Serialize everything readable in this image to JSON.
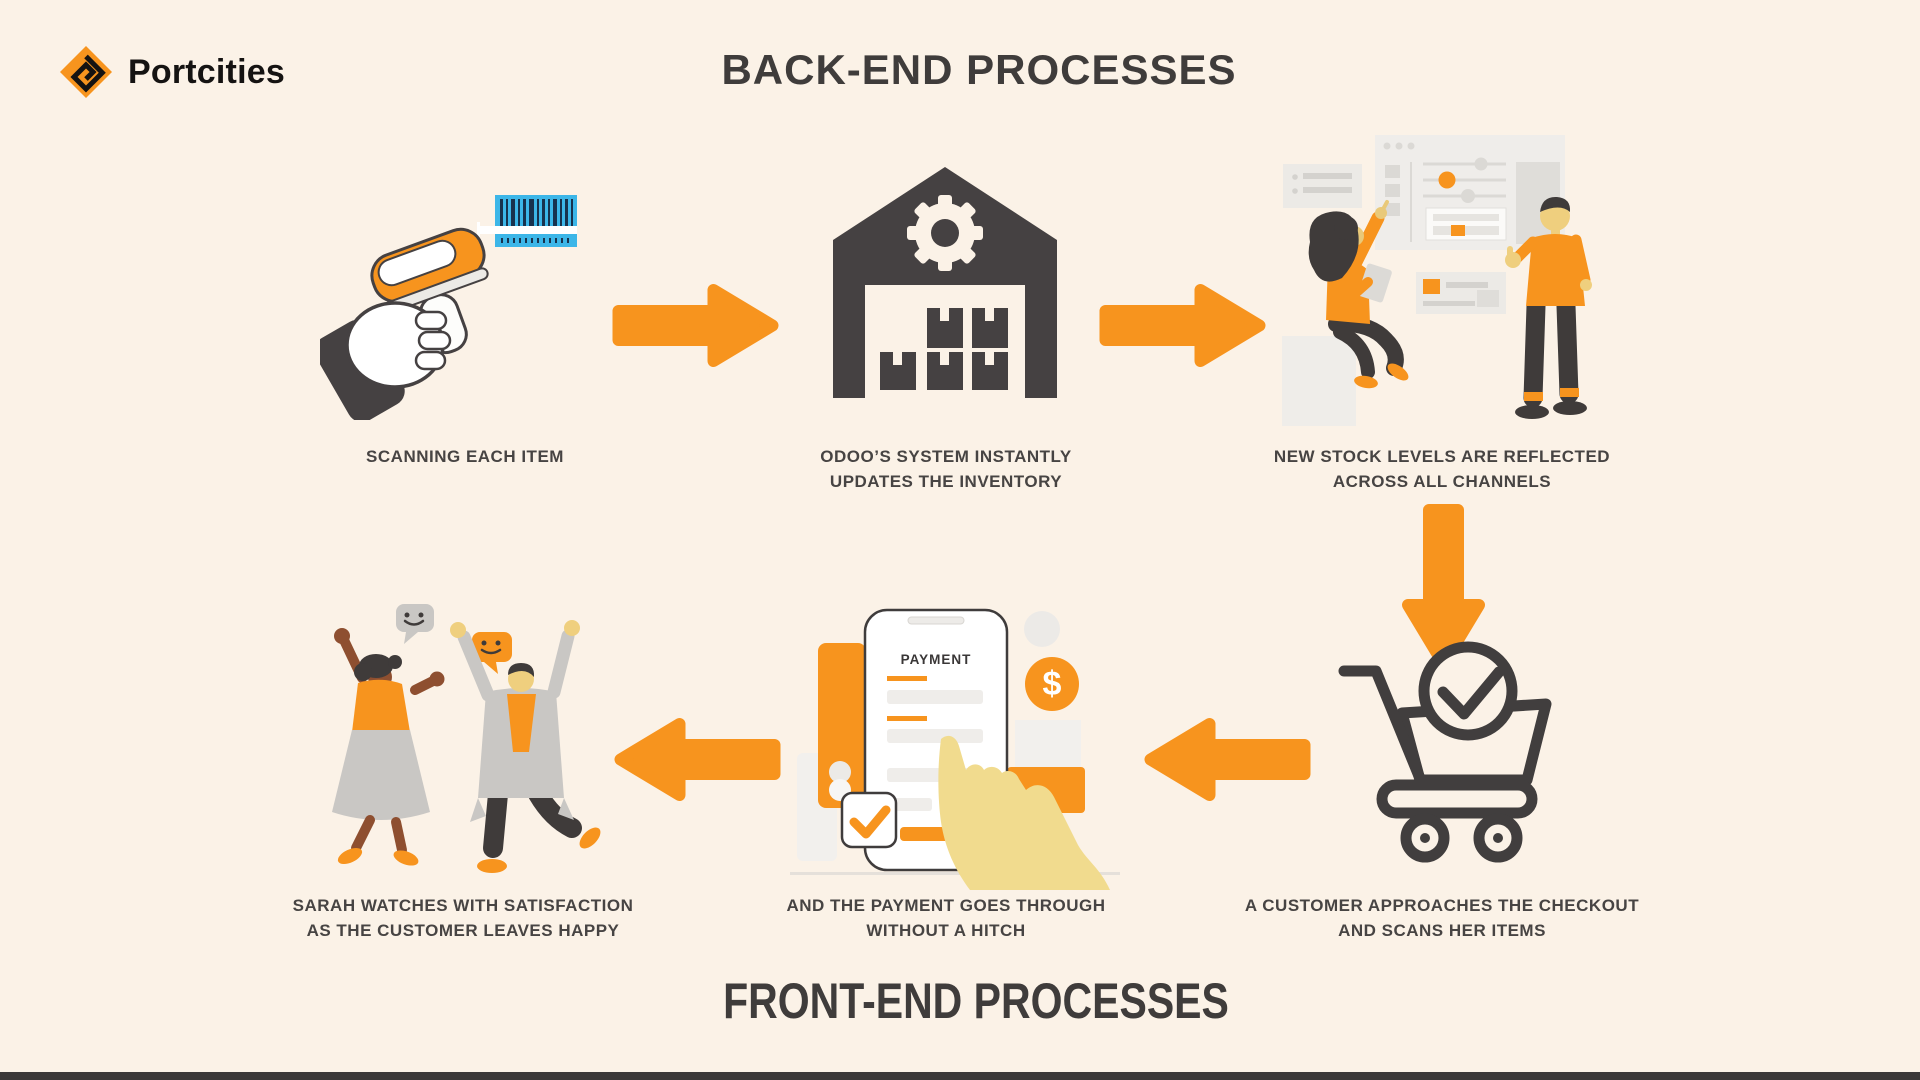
{
  "page": {
    "background_color": "#FBF2E7",
    "accent_orange": "#F7941E",
    "dark_gray": "#3F3C3B",
    "barcode_blue": "#3CB6E8",
    "footer_bar_color": "#3B3838"
  },
  "logo": {
    "brand": "Portcities",
    "icon": "portcities-diamond-logo-icon"
  },
  "backend": {
    "title": "BACK-END PROCESSES",
    "steps": [
      {
        "icon": "barcode-scanner-illustration",
        "caption_lines": [
          "SCANNING EACH ITEM"
        ]
      },
      {
        "icon": "warehouse-gear-illustration",
        "caption_lines": [
          "ODOO’S SYSTEM INSTANTLY",
          "UPDATES THE INVENTORY"
        ]
      },
      {
        "icon": "stock-dashboard-team-illustration",
        "caption_lines": [
          "NEW STOCK LEVELS ARE REFLECTED",
          "ACROSS ALL CHANNELS"
        ]
      }
    ]
  },
  "frontend": {
    "title": "FRONT-END PROCESSES",
    "steps": [
      {
        "icon": "checkout-cart-illustration",
        "caption_lines": [
          "A CUSTOMER APPROACHES THE CHECKOUT",
          "AND SCANS HER ITEMS"
        ]
      },
      {
        "icon": "mobile-payment-illustration",
        "phone_label": "PAYMENT",
        "coin_symbol": "$",
        "caption_lines": [
          "AND THE PAYMENT GOES THROUGH",
          "WITHOUT A HITCH"
        ]
      },
      {
        "icon": "celebration-illustration",
        "caption_lines": [
          "SARAH WATCHES WITH SATISFACTION",
          "AS THE CUSTOMER LEAVES HAPPY"
        ]
      }
    ]
  },
  "flow_arrows": [
    "right",
    "right",
    "down",
    "left",
    "left"
  ]
}
